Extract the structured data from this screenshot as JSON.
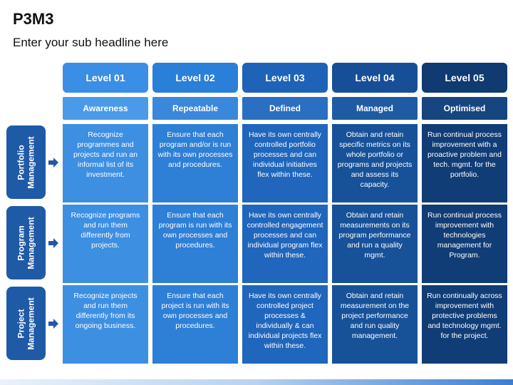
{
  "header": {
    "title": "P3M3",
    "subtitle": "Enter your sub headline here"
  },
  "levels": [
    {
      "label": "Level 01",
      "stage": "Awareness",
      "color": "#3a8ee6",
      "stage_color": "#4a9ae9",
      "cell_color": "#3d8fe2",
      "cells": [
        "Recognize programmes and projects and run an informal list of its investment.",
        "Recognize programs and run them differently from projects.",
        "Recognize projects and run them differently from its ongoing business."
      ]
    },
    {
      "label": "Level 02",
      "stage": "Repeatable",
      "color": "#2a7fd8",
      "stage_color": "#3a88db",
      "cell_color": "#2e7fd6",
      "cells": [
        "Ensure that each program and/or is run with its own processes and procedures.",
        "Ensure that each program is run with its own processes and procedures.",
        "Ensure that each project is run with its own processes and procedures."
      ]
    },
    {
      "label": "Level 03",
      "stage": "Defined",
      "color": "#1e63b8",
      "stage_color": "#2a6fc2",
      "cell_color": "#1f66bc",
      "cells": [
        "Have its own centrally controlled portfolio processes and can individual initiatives flex within these.",
        "Have its own centrally controlled engagement processes and can individual program flex within these.",
        "Have its own centrally controlled project processes & individually & can individual projects flex within these."
      ]
    },
    {
      "label": "Level 04",
      "stage": "Managed",
      "color": "#164f97",
      "stage_color": "#1f5ba3",
      "cell_color": "#175299",
      "cells": [
        "Obtain and retain specific metrics on its whole portfolio or programs and projects and assess its capacity.",
        "Obtain and retain measurements on its program performance and run a quality mgmt.",
        "Obtain and retain measurement on the project performance and run quality management."
      ]
    },
    {
      "label": "Level 05",
      "stage": "Optimised",
      "color": "#0f3a72",
      "stage_color": "#16457f",
      "cell_color": "#113d76",
      "cells": [
        "Run continual process improvement with a proactive problem and tech. mgmt. for the portfolio.",
        "Run continual process improvement with technologies management for Program.",
        "Run continually across improvement with protective problems and technology mgmt. for the project."
      ]
    }
  ],
  "rows": [
    {
      "label": "Portfolio\nManagement"
    },
    {
      "label": "Program\nManagement"
    },
    {
      "label": "Project\nManagement"
    }
  ],
  "icons": {
    "row_arrow": "arrow-right-icon"
  },
  "colors": {
    "row_label_bg": "#1f5aa6",
    "arrow": "#1f5aa6"
  }
}
